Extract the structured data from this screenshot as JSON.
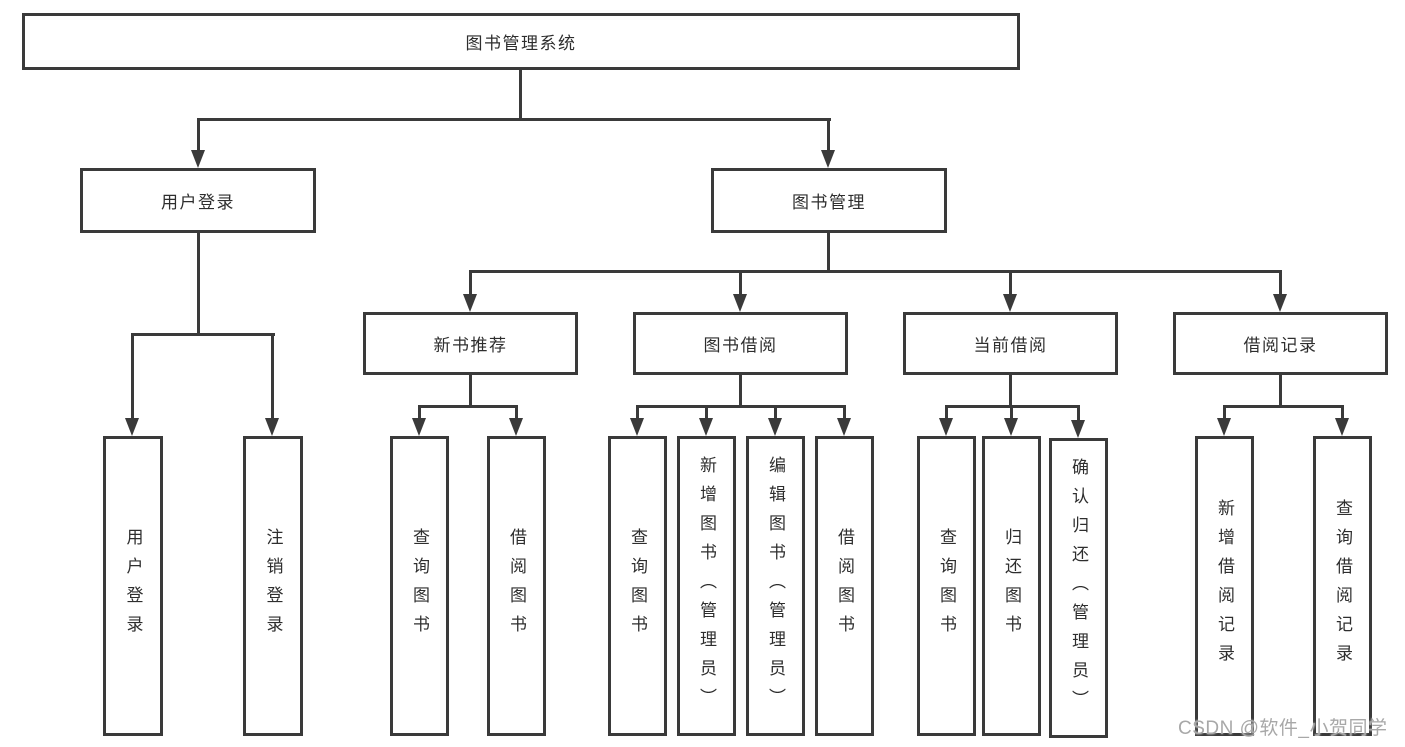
{
  "root": {
    "label": "图书管理系统"
  },
  "level2": {
    "user_login": "用户登录",
    "book_management": "图书管理"
  },
  "level3": {
    "new_book_recommend": "新书推荐",
    "book_borrow": "图书借阅",
    "current_borrow": "当前借阅",
    "borrow_record": "借阅记录"
  },
  "leaves": {
    "user_login": "用户登录",
    "logout_login": "注销登录",
    "recommend_query_book": "查询图书",
    "recommend_borrow_book": "借阅图书",
    "borrow_query_book": "查询图书",
    "borrow_add_book": "新增图书（管理员）",
    "borrow_edit_book": "编辑图书（管理员）",
    "borrow_borrow_book": "借阅图书",
    "current_query_book": "查询图书",
    "current_return_book": "归还图书",
    "current_confirm_return": "确认归还（管理员）",
    "record_add": "新增借阅记录",
    "record_query": "查询借阅记录"
  },
  "watermark": "CSDN @软件_小贺同学",
  "colors": {
    "line": "#3a3a3a",
    "text": "#2e2e2e",
    "background": "#ffffff",
    "watermark": "#a8a8a8"
  }
}
